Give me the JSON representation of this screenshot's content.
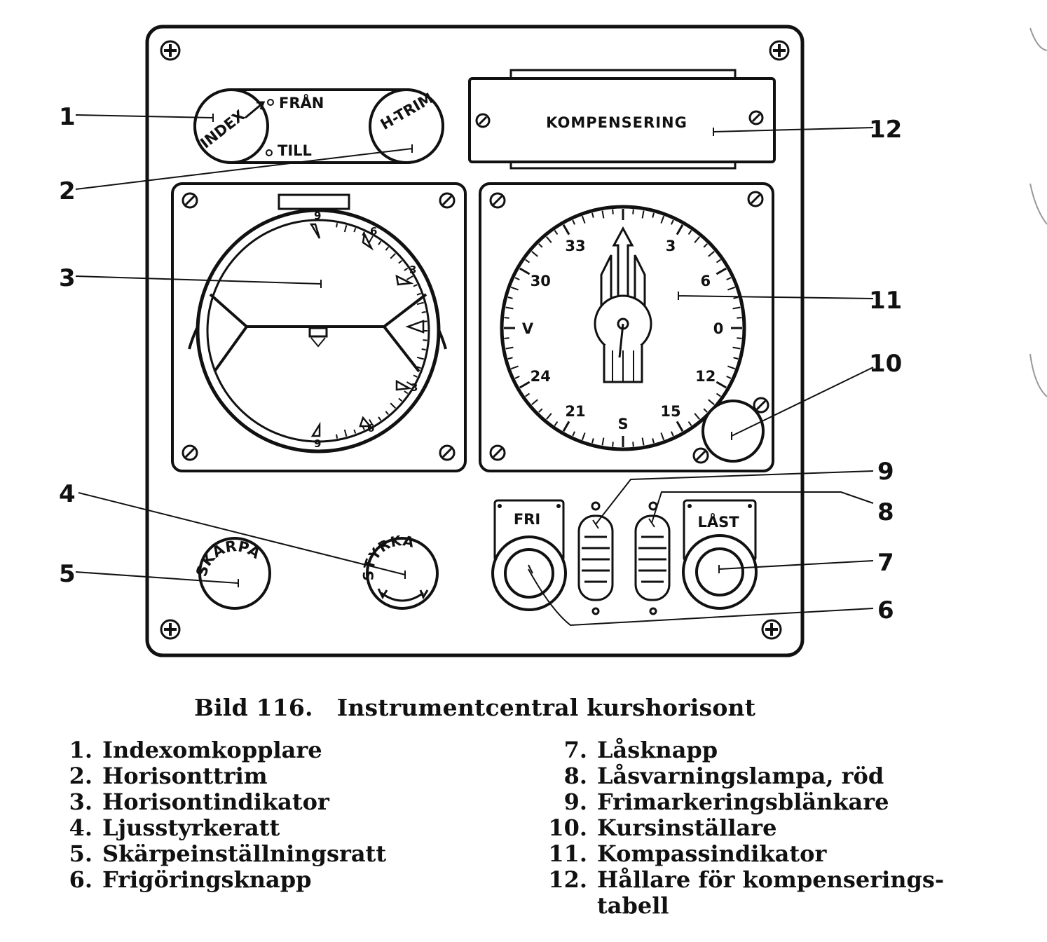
{
  "panel": {
    "index_label": "INDEX",
    "fran_label": "FRÅN",
    "till_label": "TILL",
    "htrim_label": "H-TRIM",
    "kompensering_label": "KOMPENSERING",
    "fri_label": "FRI",
    "last_label": "LÅST",
    "skarpa_label": "SKÄRPA",
    "styrka_label": "STYRKA"
  },
  "horizon_scale": {
    "top": "9",
    "upper": "6",
    "mid": "3",
    "lower": "3",
    "lower2": "6",
    "bottom": "9"
  },
  "compass": {
    "labels": [
      "33",
      "3",
      "30",
      "6",
      "V",
      "0",
      "24",
      "12",
      "21",
      "S",
      "15"
    ]
  },
  "callouts": [
    "1",
    "2",
    "3",
    "4",
    "5",
    "6",
    "7",
    "8",
    "9",
    "10",
    "11",
    "12"
  ],
  "caption": {
    "bild": "Bild 116.",
    "title": "Instrumentcentral kurshorisont"
  },
  "legend": [
    {
      "num": "1.",
      "text": "Indexomkopplare"
    },
    {
      "num": "2.",
      "text": "Horisonttrim"
    },
    {
      "num": "3.",
      "text": "Horisontindikator"
    },
    {
      "num": "4.",
      "text": "Ljusstyrkeratt"
    },
    {
      "num": "5.",
      "text": "Skärpeinställningsratt"
    },
    {
      "num": "6.",
      "text": "Frigöringsknapp"
    },
    {
      "num": "7.",
      "text": "Låsknapp"
    },
    {
      "num": "8.",
      "text": "Låsvarningslampa, röd"
    },
    {
      "num": "9.",
      "text": "Frimarkeringsblänkare"
    },
    {
      "num": "10.",
      "text": "Kursinställare"
    },
    {
      "num": "11.",
      "text": "Kompassindikator"
    },
    {
      "num": "12.",
      "text": "Hållare för kompenserings-"
    },
    {
      "num": "",
      "text": "tabell"
    }
  ]
}
